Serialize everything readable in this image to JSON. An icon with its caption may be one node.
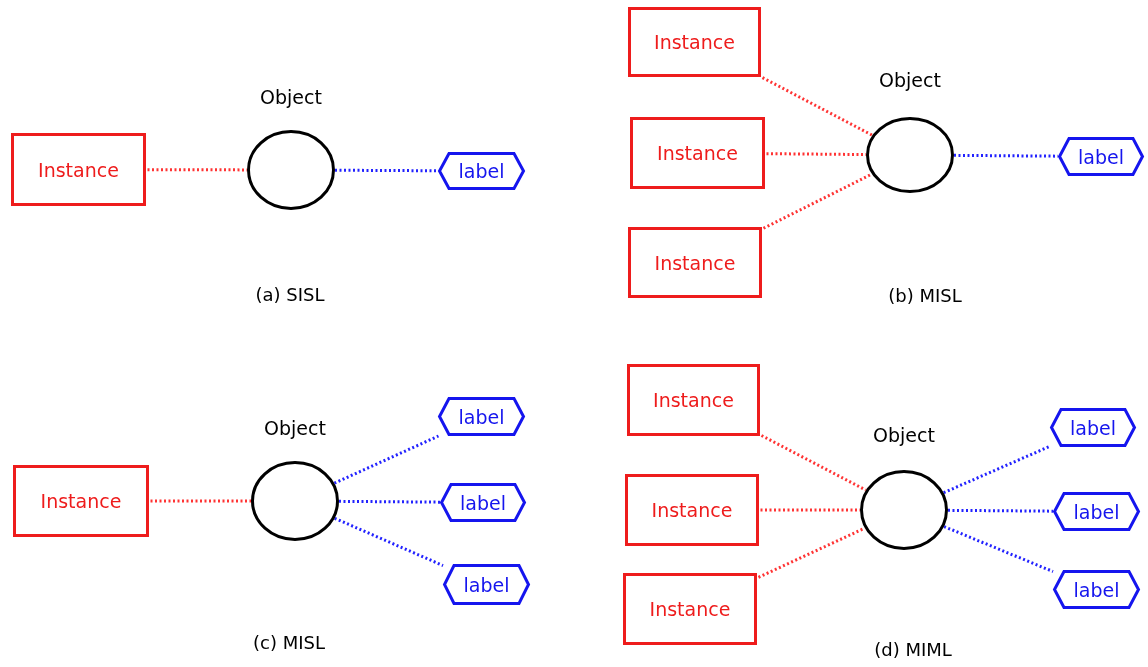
{
  "diagram": {
    "nodes": [
      {
        "text": [
          "Instance"
        ]
      },
      {
        "text": [
          "Object"
        ]
      },
      {
        "text": [
          "label"
        ]
      },
      {
        "text": [
          "Instance"
        ]
      },
      {
        "text": [
          "Instance"
        ]
      },
      {
        "text": [
          "Instance"
        ]
      },
      {
        "text": [
          "Object"
        ]
      },
      {
        "text": [
          "label"
        ]
      },
      {
        "text": [
          "Instance"
        ]
      },
      {
        "text": [
          "Object"
        ]
      },
      {
        "text": [
          "label"
        ]
      },
      {
        "text": [
          "label"
        ]
      },
      {
        "text": [
          "label"
        ]
      },
      {
        "text": [
          "Instance"
        ]
      },
      {
        "text": [
          "Instance"
        ]
      },
      {
        "text": [
          "Instance"
        ]
      },
      {
        "text": [
          "Object"
        ]
      },
      {
        "text": [
          "label"
        ]
      },
      {
        "text": [
          "label"
        ]
      },
      {
        "text": [
          "label"
        ]
      }
    ],
    "edges": [
      {
        "from": 0,
        "to": 1,
        "arrow": "none",
        "style": "dashed",
        "color": "#ff3333"
      },
      {
        "from": 1,
        "to": 2,
        "arrow": "none",
        "style": "dashed",
        "color": "#2222ff"
      },
      {
        "from": 3,
        "to": 6,
        "arrow": "none",
        "style": "dashed",
        "color": "#ff3333"
      },
      {
        "from": 4,
        "to": 6,
        "arrow": "none",
        "style": "dashed",
        "color": "#ff3333"
      },
      {
        "from": 5,
        "to": 6,
        "arrow": "none",
        "style": "dashed",
        "color": "#ff3333"
      },
      {
        "from": 6,
        "to": 7,
        "arrow": "none",
        "style": "dashed",
        "color": "#2222ff"
      },
      {
        "from": 8,
        "to": 9,
        "arrow": "none",
        "style": "dashed",
        "color": "#ff3333"
      },
      {
        "from": 9,
        "to": 10,
        "arrow": "none",
        "style": "dashed",
        "color": "#2222ff"
      },
      {
        "from": 9,
        "to": 11,
        "arrow": "none",
        "style": "dashed",
        "color": "#2222ff"
      },
      {
        "from": 9,
        "to": 12,
        "arrow": "none",
        "style": "dashed",
        "color": "#2222ff"
      },
      {
        "from": 13,
        "to": 16,
        "arrow": "none",
        "style": "dashed",
        "color": "#ff3333"
      },
      {
        "from": 14,
        "to": 16,
        "arrow": "none",
        "style": "dashed",
        "color": "#ff3333"
      },
      {
        "from": 15,
        "to": 16,
        "arrow": "none",
        "style": "dashed",
        "color": "#ff3333"
      },
      {
        "from": 16,
        "to": 17,
        "arrow": "none",
        "style": "dashed",
        "color": "#2222ff"
      },
      {
        "from": 16,
        "to": 18,
        "arrow": "none",
        "style": "dashed",
        "color": "#2222ff"
      },
      {
        "from": 16,
        "to": 19,
        "arrow": "none",
        "style": "dashed",
        "color": "#2222ff"
      }
    ],
    "labels": [
      "(a) SISL",
      "(b) MISL",
      "(c) MISL",
      "(d) MIML"
    ]
  }
}
